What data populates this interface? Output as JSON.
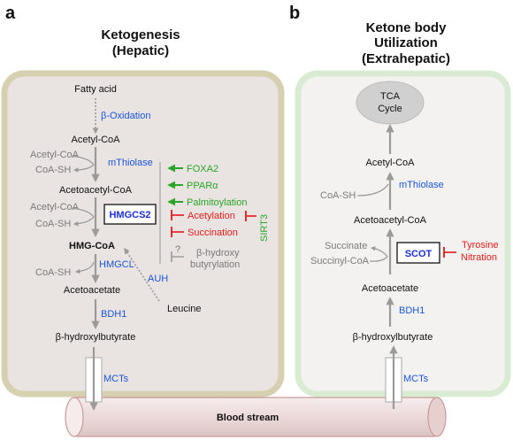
{
  "panels": {
    "a": {
      "label": "a",
      "title_line1": "Ketogenesis",
      "title_line2": "(Hepatic)",
      "fatty_acid": "Fatty acid",
      "beta_oxidation": "β-Oxidation",
      "acetyl_coa": "Acetyl-CoA",
      "side_acetyl_coa": "Acetyl-CoA",
      "coa_sh_1": "CoA-SH",
      "mthiolase": "mThiolase",
      "acetoacetyl_coa": "Acetoacetyl-CoA",
      "side_acetyl_coa_2": "Acetyl-CoA",
      "coa_sh_2": "CoA-SH",
      "hmgcs2": "HMGCS2",
      "hmg_coa": "HMG-CoA",
      "coa_sh_3": "CoA-SH",
      "hmgcl": "HMGCL",
      "auh": "AUH",
      "acetoacetate": "Acetoacetate",
      "leucine": "Leucine",
      "bdh1": "BDH1",
      "beta_hydroxybutyrate": "β-hydroxylbutyrate",
      "mcts": "MCTs",
      "regulators": {
        "foxa2": "FOXA2",
        "ppara": "PPARα",
        "palmitoylation": "Palmitoylation",
        "acetylation": "Acetylation",
        "succination": "Succination",
        "sirt3": "SIRT3",
        "question": "?",
        "bhb_line1": "β-hydroxy",
        "bhb_line2": "butyrylation"
      }
    },
    "b": {
      "label": "b",
      "title_line1": "Ketone body",
      "title_line2": "Utilization",
      "title_line3": "(Extrahepatic)",
      "tca_line1": "TCA",
      "tca_line2": "Cycle",
      "acetyl_coa": "Acetyl-CoA",
      "coa_sh": "CoA-SH",
      "mthiolase": "mThiolase",
      "acetoacetyl_coa": "Acetoacetyl-CoA",
      "succinate": "Succinate",
      "succinyl_coa": "Succinyl-CoA",
      "scot": "SCOT",
      "tyrosine": "Tyrosine",
      "nitration": "Nitration",
      "acetoacetate": "Acetoacetate",
      "bdh1": "BDH1",
      "beta_hydroxybutyrate": "β-hydroxylbutyrate",
      "mcts": "MCTs"
    }
  },
  "blood_stream": "Blood stream",
  "colors": {
    "hepatic_fill": "#e9e3e1",
    "hepatic_border": "#d6d0b0",
    "extra_fill": "#f4f1f1",
    "extra_border": "#d9ecd3",
    "enzyme_blue": "#1a56d6",
    "activator_green": "#2aa52a",
    "inhibitor_red": "#e01b1b",
    "arrow_gray": "#9a9a9a",
    "vessel": "#eddcdc"
  }
}
